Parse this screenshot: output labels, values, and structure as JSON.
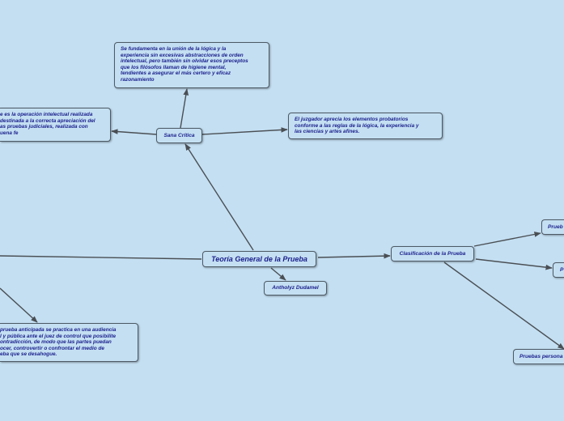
{
  "colors": {
    "background": "#c4dff2",
    "node_border": "#4d5a66",
    "text": "#1a1f8c",
    "connector": "#4a4f54"
  },
  "nodes": {
    "central": "Teoría General de la Prueba",
    "author": "Antholyz Dudamel",
    "sana_critica": "Sana Crítica",
    "clasificacion": "Clasificación de la Prueba",
    "sana_top": "Se fundamenta en la unión de la lógica y la\nexperiencia sin excesivas abstracciones de orden\nintelectual, pero también sin olvidar esos preceptos\nque los filósofos llaman de higiene mental,\ntendientes a asegurar el más certero y eficaz\nrazonamiento",
    "sana_left": "e es la operación intelectual realizada\ndestinada a la correcta apreciación del\nas pruebas judiciales, realizada con\nuena fe",
    "sana_right": "El juzgador aprecia los elementos probatorios\nconforme a las reglas de la lógica, la experiencia y\nlas ciencias y artes afines.",
    "prueba_anticipada": "prueba anticipada se practica en una audiencia\nl y pública ante el juez de control que posibilite\nontradicción, de modo que las partes puedan\nocer, controvertir o confrontar el medio de\neba que se desahogue.",
    "clasif_1": "Prueb",
    "clasif_2": "P",
    "clasif_3": "Pruebas persona"
  }
}
